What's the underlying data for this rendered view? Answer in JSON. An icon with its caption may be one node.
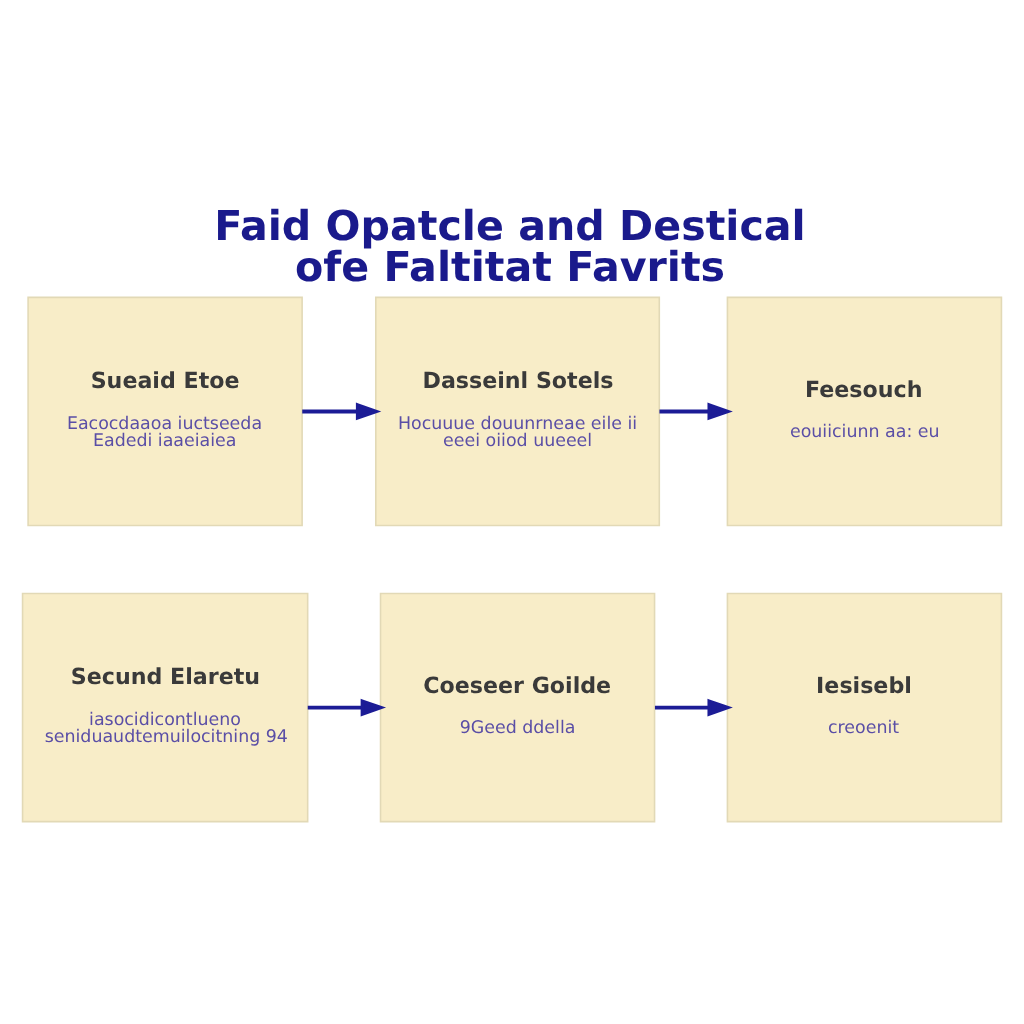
{
  "diagram": {
    "title": "Faid Opatcle and Destical ofe Faltitat Favrits",
    "nodes": [
      {
        "text": [
          "Secund Elaretu",
          "iasocidicontlueno seniduaudtemuilocitning 94"
        ]
      },
      {
        "text": [
          "Coeseer Goilde",
          "9Geed ddella"
        ]
      },
      {
        "text": [
          "Iesisebl",
          "creoenit"
        ]
      },
      {
        "text": [
          "Sueaid Etoe",
          "Eacocdaaoa iuctseeda Eadedi iaaeiaiea"
        ]
      },
      {
        "text": [
          "Dasseinl Sotels",
          "Hocuuue douunrneae eile ii eeei oiiod uueeel"
        ]
      },
      {
        "text": [
          "Feesouch",
          "eouiiciunn aa: eu"
        ]
      }
    ],
    "edges": [
      {
        "from": 0,
        "to": 1,
        "arrow": "to"
      },
      {
        "from": 1,
        "to": 2,
        "arrow": "to"
      },
      {
        "from": 3,
        "to": 4,
        "arrow": "to"
      },
      {
        "from": 4,
        "to": 5,
        "arrow": "to"
      }
    ]
  }
}
